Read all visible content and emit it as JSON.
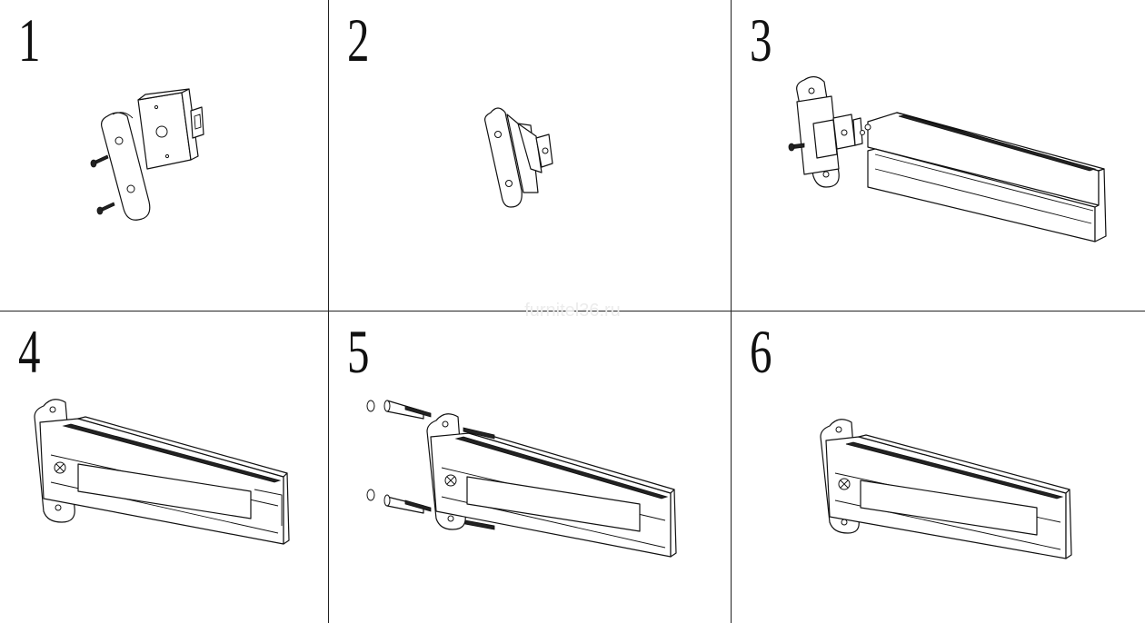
{
  "steps": [
    {
      "number": "1"
    },
    {
      "number": "2"
    },
    {
      "number": "3"
    },
    {
      "number": "4"
    },
    {
      "number": "5"
    },
    {
      "number": "6"
    }
  ],
  "watermark": "furnitel36.ru"
}
